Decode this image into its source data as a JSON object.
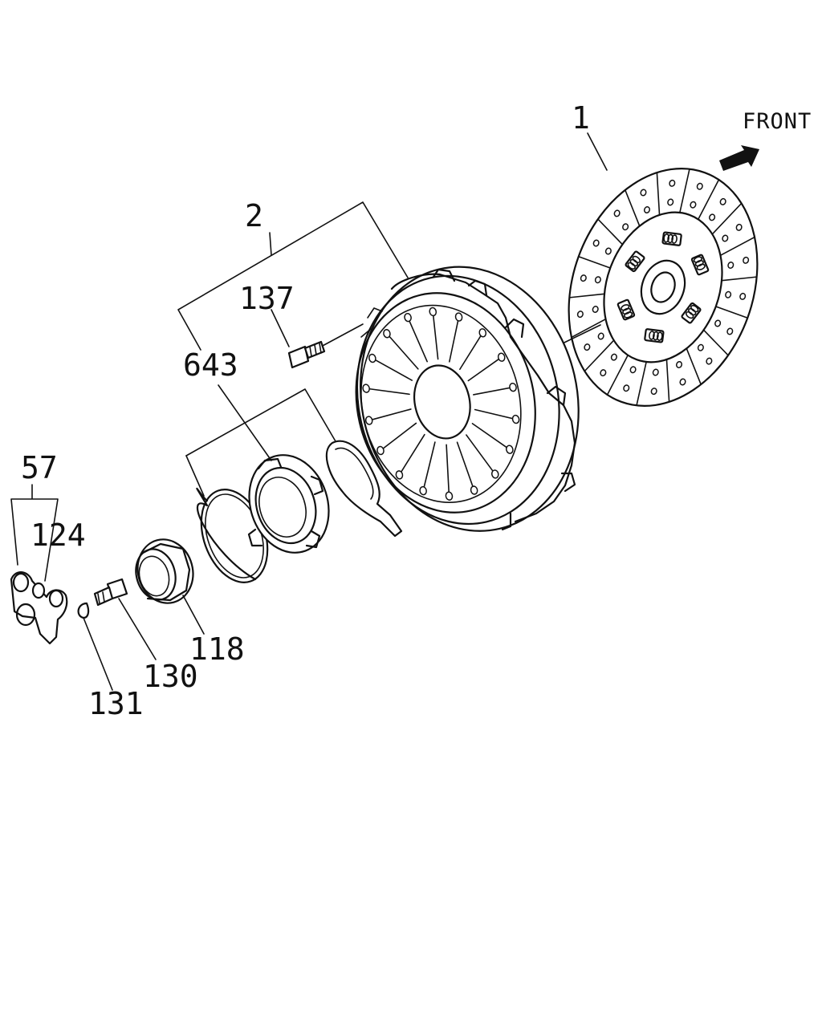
{
  "front_label": "FRONT",
  "callouts": {
    "part_1": "1",
    "part_2": "2",
    "part_137": "137",
    "part_643": "643",
    "part_57": "57",
    "part_124": "124",
    "part_118": "118",
    "part_130": "130",
    "part_131": "131"
  },
  "colors": {
    "ink": "#111111",
    "background": "#ffffff"
  },
  "icons": {
    "front_arrow": "arrow-right-icon"
  }
}
